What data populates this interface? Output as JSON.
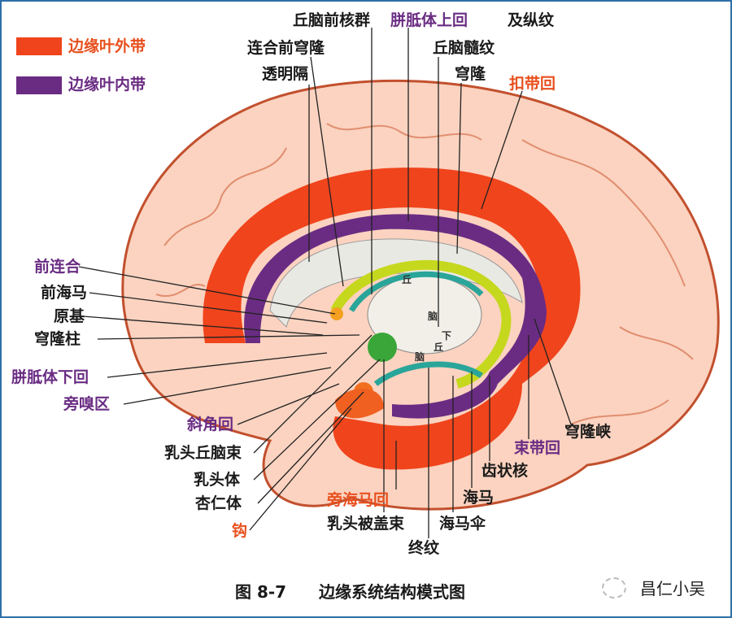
{
  "legend": [
    {
      "label": "边缘叶外带",
      "color": "#f0441c"
    },
    {
      "label": "边缘叶内带",
      "color": "#6a2c83"
    }
  ],
  "labels": {
    "anterior_thalamic_nuclei": "丘脑前核群",
    "supracallosal_gyrus": "胼胝体上回",
    "longitudinal_striae": "及纵纹",
    "precommissural_fornix": "连合前穹隆",
    "septum_pellucidum": "透明隔",
    "stria_medullaris": "丘脑髓纹",
    "fornix": "穹隆",
    "cingulate_gyrus": "扣带回",
    "anterior_commissure": "前连合",
    "prehippocampal_rudiment_1": "前海马",
    "prehippocampal_rudiment_2": "原基",
    "column_of_fornix": "穹隆柱",
    "subcallosal_gyrus": "胼胝体下回",
    "paraolfactory_area": "旁嗅区",
    "diagonal_gyrus": "斜角回",
    "mammillothalamic_tract": "乳头丘脑束",
    "mammillary_body": "乳头体",
    "amygdala": "杏仁体",
    "uncus": "钩",
    "parahippocampal_gyrus": "旁海马回",
    "mammillotegmental_tract": "乳头被盖束",
    "stria_terminalis": "终纹",
    "fimbria": "海马伞",
    "hippocampus": "海马",
    "dentate": "齿状核",
    "fasciolar_gyrus": "束带回",
    "isthmus": "穹隆峡",
    "thalamus_1": "丘",
    "thalamus_2": "脑",
    "hypothalamus_1": "下",
    "hypothalamus_2": "丘",
    "hypothalamus_3": "脑"
  },
  "caption": {
    "number": "图 8-7",
    "title": "边缘系统结构模式图"
  },
  "watermark": "昌仁小吴"
}
